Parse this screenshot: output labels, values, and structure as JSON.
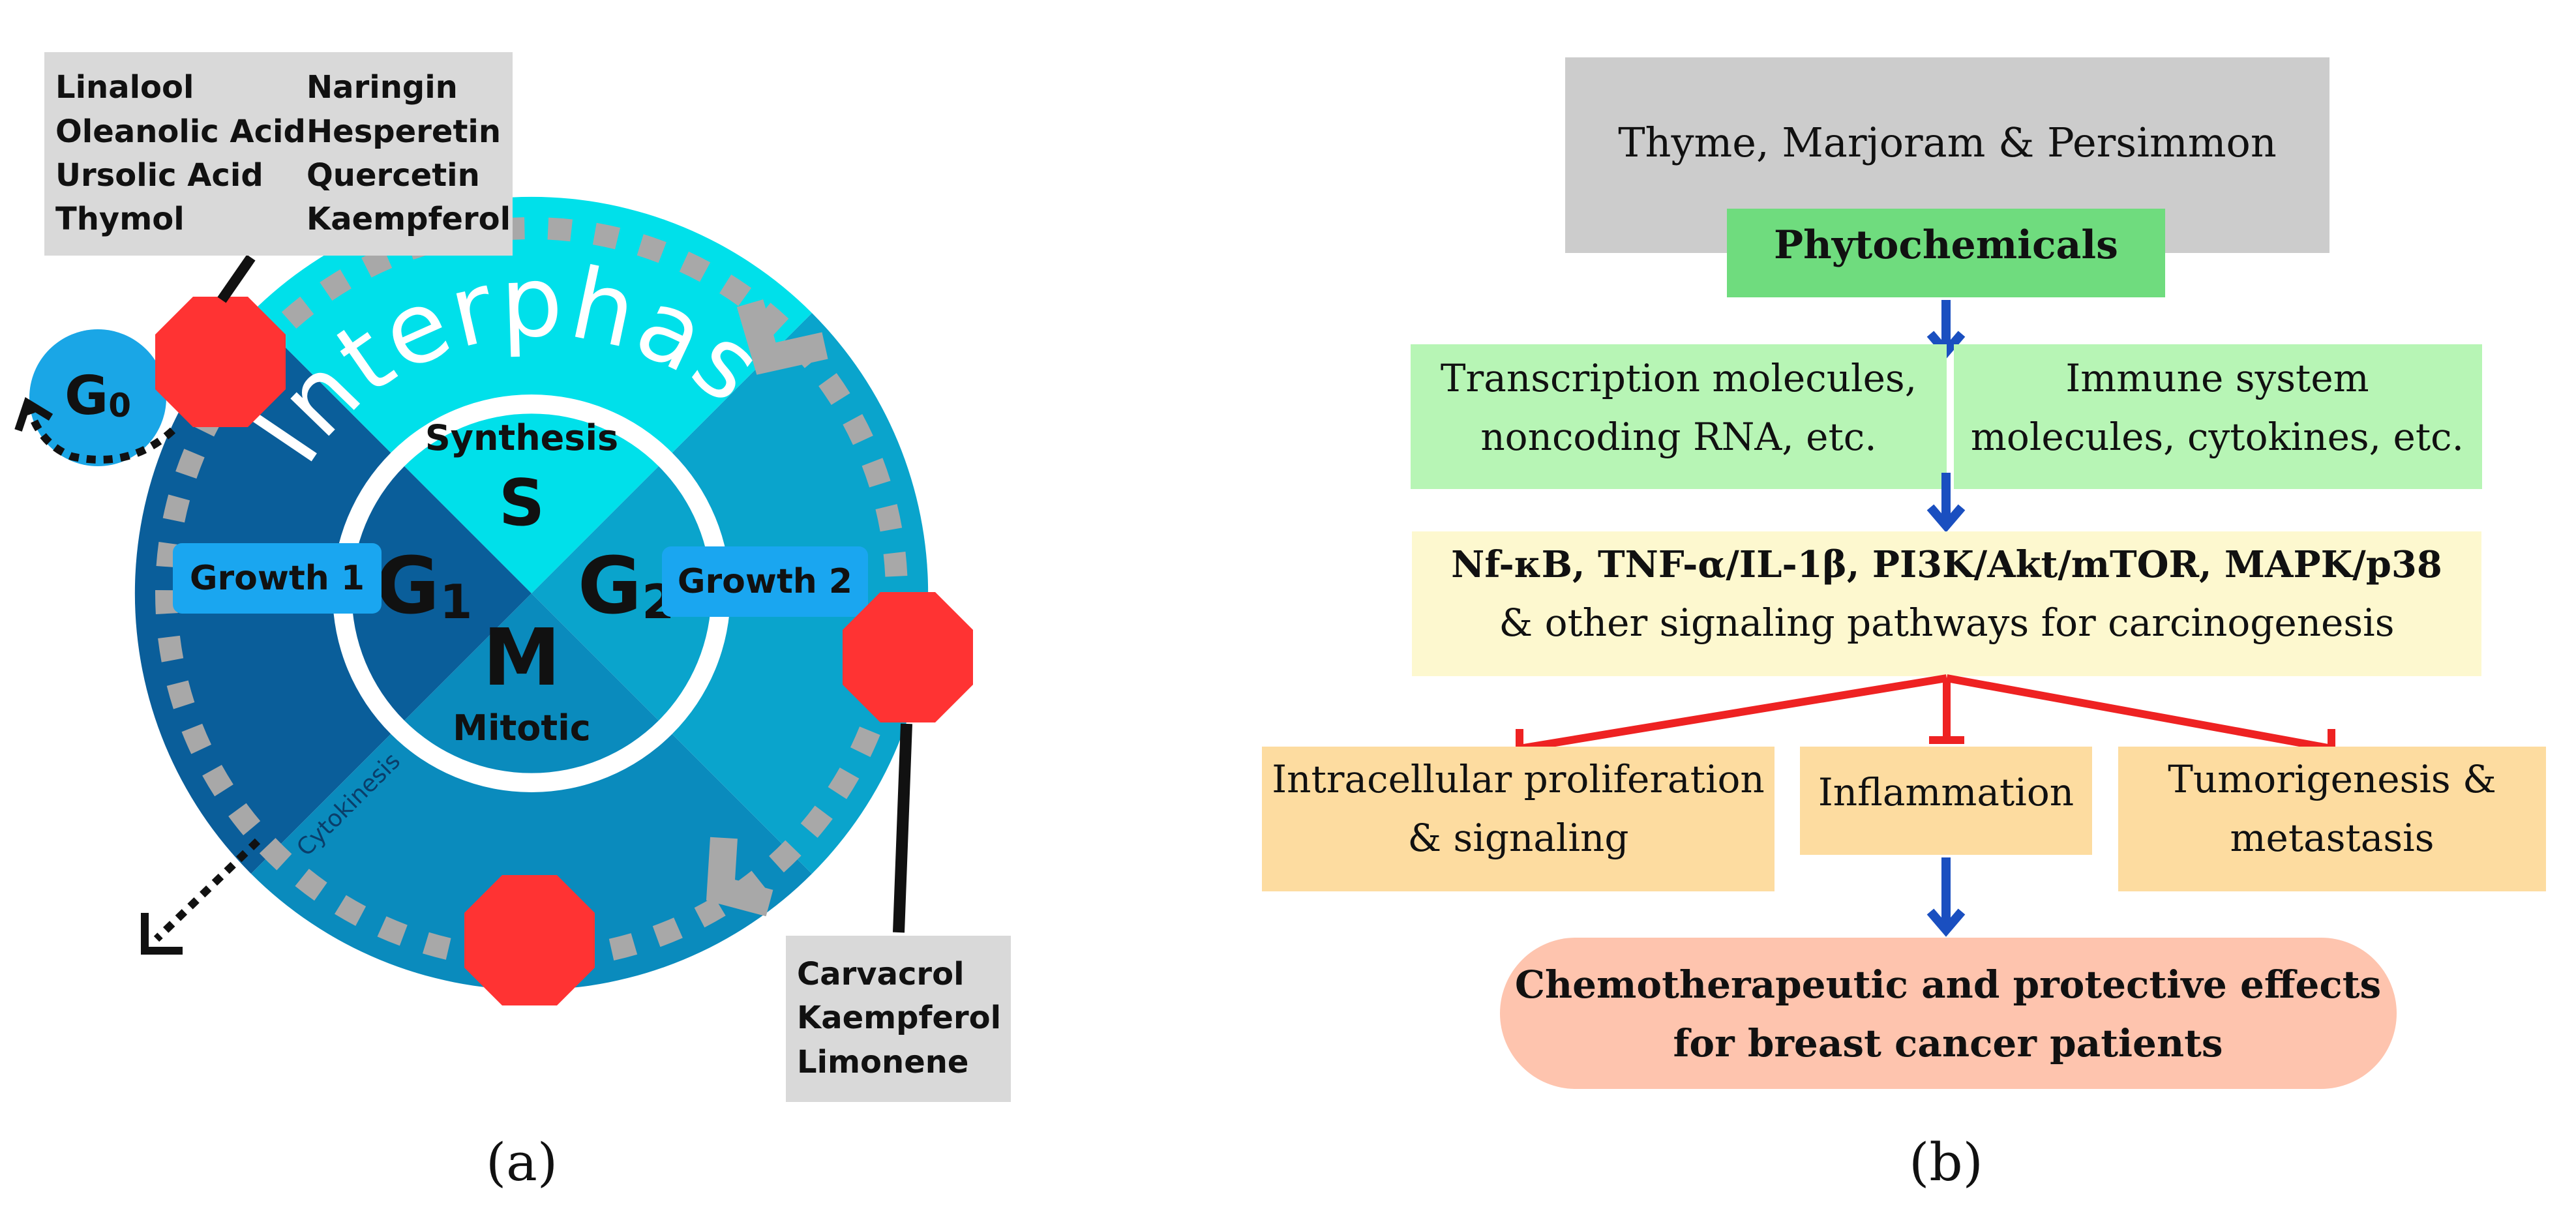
{
  "panel_a": {
    "caption": "(a)",
    "interphase_label": "Interphase",
    "top_box": {
      "col1": [
        "Linalool",
        "Oleanolic Acid",
        "Ursolic Acid",
        "Thymol"
      ],
      "col2": [
        "Naringin",
        "Hesperetin",
        "Quercetin",
        "Kaempferol"
      ]
    },
    "bottom_box": [
      "Carvacrol",
      "Kaempferol",
      "Limonene"
    ],
    "g0_label": "G",
    "g0_sub": "0",
    "center": {
      "s": "S",
      "g1": "G",
      "g1_sub": "1",
      "g2": "G",
      "g2_sub": "2",
      "m": "M",
      "synthesis": "Synthesis",
      "mitotic": "Mitotic"
    },
    "growth1": "Growth 1",
    "growth2": "Growth 2",
    "cytokinesis": "Cytokinesis",
    "colors": {
      "light_cyan": "#00e0ea",
      "mid_blue": "#0aa4cc",
      "dark_blue": "#0a5e9a",
      "bottom_blue": "#0a8bbd",
      "stop_red": "#ff3333",
      "g0_blue": "#1aa6e6",
      "pill_blue": "#1aa6f0"
    }
  },
  "panel_b": {
    "caption": "(b)",
    "source": "Thyme, Marjoram & Persimmon",
    "phytochemicals": "Phytochemicals",
    "transcription": [
      "Transcription molecules,",
      "noncoding RNA, etc."
    ],
    "immune": [
      "Immune system",
      "molecules, cytokines, etc."
    ],
    "pathways_bold": "Nf-κB, TNF-α/IL-1β, PI3K/Akt/mTOR, MAPK/p38",
    "pathways_rest": "& other signaling pathways for carcinogenesis",
    "effects": [
      [
        "Intracellular proliferation",
        "& signaling"
      ],
      [
        "Inflammation"
      ],
      [
        "Tumorigenesis &",
        "metastasis"
      ]
    ],
    "outcome": [
      "Chemotherapeutic and protective effects",
      "for breast cancer patients"
    ],
    "colors": {
      "gray": "#cccccc",
      "green_dark": "#6fdc7e",
      "green_light": "#b7f5b5",
      "yellow": "#fdf8cf",
      "orange": "#fddca0",
      "salmon": "#fec4ae",
      "arrow_blue": "#1a4fc0",
      "inhibit_red": "#ee2222"
    }
  }
}
